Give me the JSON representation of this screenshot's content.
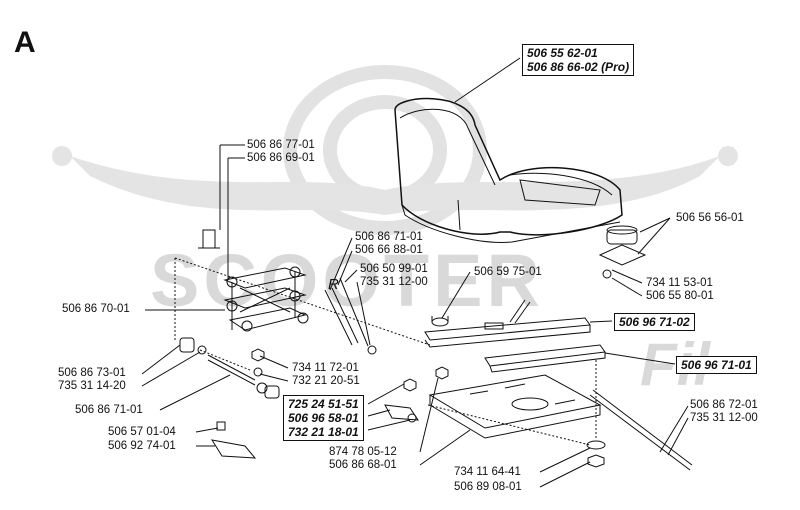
{
  "section_letter": "A",
  "watermark": {
    "brand": "SCOOTER",
    "script": "Fil"
  },
  "labels": {
    "seat_box": {
      "line1": "506 55 62-01",
      "line2": "506 86 66-02 (Pro)"
    },
    "p506867701": "506 86 77-01",
    "p506866901": "506 86 69-01",
    "p506867001": "506 86 70-01",
    "p506867301": "506 86 73-01",
    "p735311420": "735 31 14-20",
    "p506867101_left": "506 86 71-01",
    "p506570104": "506 57 01-04",
    "p506927401": "506 92 74-01",
    "p506867101_top": "506 86 71-01",
    "p506668801": "506 66 88-01",
    "p506509901": "506 50 99-01",
    "p735311200_top": "735 31 12-00",
    "p506597501": "506 59 75-01",
    "p734117201": "734 11 72-01",
    "p732212051": "732 21 20-51",
    "hardware_box": {
      "line1": "725 24 51-51",
      "line2": "506 96 58-01",
      "line3": "732 21 18-01"
    },
    "p874780512": "874 78 05-12",
    "p506866801": "506 86 68-01",
    "p506565601": "506 56 56-01",
    "p734115301": "734 11 53-01",
    "p506558001": "506 55 80-01",
    "rail_box_1": "506 96 71-02",
    "rail_box_2": "506 96 71-01",
    "p506867201": "506 86 72-01",
    "p735311200_right": "735 31 12-00",
    "p734116441": "734 11 64-41",
    "p506890801": "506 89 08-01",
    "r_mark": "R"
  }
}
